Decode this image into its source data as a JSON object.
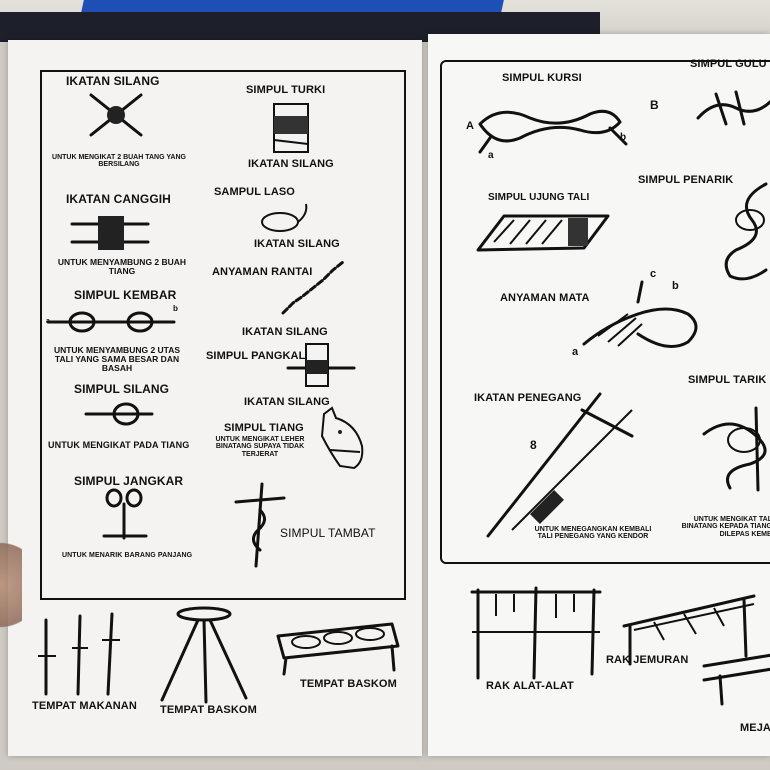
{
  "left_page": {
    "ikatan_silang_title": "IKATAN SILANG",
    "ikatan_silang_caption": "UNTUK MENGIKAT 2 BUAH TANG YANG BERSILANG",
    "simpul_turki": "SIMPUL TURKI",
    "ikatan_silang_2": "IKATAN SILANG",
    "ikatan_canggih": "IKATAN CANGGIH",
    "sampul_laso": "SAMPUL LASO",
    "ikatan_silang_3": "IKATAN SILANG",
    "canggih_caption": "UNTUK MENYAMBUNG 2 BUAH TIANG",
    "anyaman_rantai": "ANYAMAN RANTAI",
    "simpul_kembar": "SIMPUL KEMBAR",
    "ikatan_silang_4": "IKATAN SILANG",
    "kembar_caption": "UNTUK MENYAMBUNG 2 UTAS TALI YANG SAMA BESAR DAN BASAH",
    "simpul_pangkal": "SIMPUL PANGKAL",
    "simpul_silang": "SIMPUL  SILANG",
    "ikatan_silang_5": "IKATAN SILANG",
    "silang_caption": "UNTUK MENGIKAT PADA TIANG",
    "simpul_tiang": "SIMPUL TIANG",
    "tiang_caption": "UNTUK MENGIKAT LEHER BINATANG SUPAYA TIDAK TERJERAT",
    "simpul_jangkar": "SIMPUL JANGKAR",
    "jangkar_caption": "UNTUK MENARIK BARANG PANJANG",
    "simpul_tambat": "SIMPUL TAMBAT",
    "tempat_makanan": "TEMPAT MAKANAN",
    "tempat_baskom_1": "TEMPAT BASKOM",
    "tempat_baskom_2": "TEMPAT BASKOM",
    "letter_a": "a",
    "letter_b": "b"
  },
  "right_page": {
    "simpul_kursi": "SIMPUL KURSI",
    "simpul_gulu": "SIMPUL GULU",
    "letter_A": "A",
    "letter_B": "B",
    "letter_a": "a",
    "letter_b": "b",
    "letter_c": "c",
    "simpul_ujung_tali": "SIMPUL UJUNG TALI",
    "simpul_penarik": "SIMPUL PENARIK",
    "anyaman_mata": "ANYAMAN MATA",
    "simpul_tarik": "SIMPUL TARIK",
    "ikatan_penegang": "IKATAN PENEGANG",
    "number_8": "8",
    "penegang_caption": "UNTUK MENEGANGKAN KEMBALI TALI PENEGANG YANG KENDOR",
    "tarik_caption": "UNTUK MENGIKAT TAL BINATANG KEPADA TIANG DILEPAS KEMB",
    "rak_alat_alat": "RAK ALAT-ALAT",
    "rak_jemuran": "RAK JEMURAN",
    "meja": "MEJA"
  }
}
